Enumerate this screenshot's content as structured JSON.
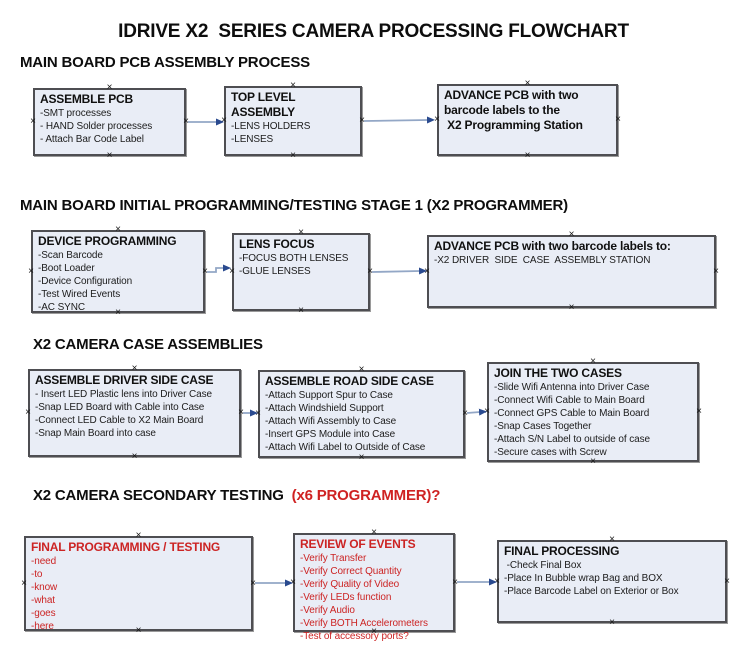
{
  "title": "IDRIVE X2  SERIES CAMERA PROCESSING FLOWCHART",
  "icons": {
    "anchor_glyph": "×"
  },
  "colors": {
    "box_fill": "#e9edf6",
    "box_border": "#4e4e52",
    "arrow_line": "#93a7c6",
    "arrow_head": "#2a4a8f",
    "red_text": "#cc2424"
  },
  "sections": [
    {
      "heading": "MAIN BOARD PCB ASSEMBLY PROCESS",
      "boxes": [
        {
          "title": "ASSEMBLE PCB",
          "items": [
            "-SMT processes",
            "- HAND Solder processes",
            "- Attach Bar Code Label"
          ]
        },
        {
          "title": "TOP LEVEL ASSEMBLY",
          "items": [
            "-LENS HOLDERS",
            "-LENSES"
          ]
        },
        {
          "title": "ADVANCE PCB with two\nbarcode labels to the\n X2 Programming Station",
          "items": []
        }
      ]
    },
    {
      "heading": "MAIN BOARD INITIAL PROGRAMMING/TESTING STAGE 1 (X2 PROGRAMMER)",
      "boxes": [
        {
          "title": "DEVICE PROGRAMMING",
          "items": [
            "-Scan Barcode",
            "-Boot Loader",
            "-Device Configuration",
            "-Test Wired Events",
            "-AC SYNC"
          ]
        },
        {
          "title": "LENS FOCUS",
          "items": [
            "-FOCUS BOTH LENSES",
            "-GLUE LENSES"
          ]
        },
        {
          "title": "ADVANCE PCB with two barcode labels to:",
          "items": [
            "-X2 DRIVER  SIDE  CASE  ASSEMBLY STATION"
          ]
        }
      ]
    },
    {
      "heading": "X2 CAMERA CASE ASSEMBLIES",
      "boxes": [
        {
          "title": "ASSEMBLE DRIVER SIDE CASE",
          "items": [
            "- Insert LED Plastic lens into Driver Case",
            "-Snap LED Board with Cable into Case",
            "-Connect LED Cable to X2 Main Board",
            "-Snap Main Board into case"
          ]
        },
        {
          "title": "ASSEMBLE ROAD SIDE CASE",
          "items": [
            "-Attach Support Spur to Case",
            "-Attach Windshield Support",
            "-Attach Wifi Assembly to Case",
            "-Insert GPS Module into Case",
            "-Attach Wifi Label to Outside of Case"
          ]
        },
        {
          "title": "JOIN THE TWO CASES",
          "items": [
            "-Slide Wifi Antenna into Driver Case",
            "-Connect Wifi Cable to Main Board",
            "-Connect GPS Cable to Main Board",
            "-Snap Cases Together",
            "-Attach S/N Label to outside of case",
            "-Secure cases with Screw"
          ]
        }
      ]
    },
    {
      "heading": "X2 CAMERA SECONDARY TESTING",
      "heading_red": "  (x6 PROGRAMMER)?",
      "boxes": [
        {
          "title": "FINAL PROGRAMMING / TESTING",
          "items": [
            "-need",
            "-to",
            "-know",
            "-what",
            "-goes",
            "-here"
          ]
        },
        {
          "title": "REVIEW OF EVENTS",
          "items": [
            "-Verify Transfer",
            "-Verify Correct Quantity",
            "-Verify Quality of Video",
            "-Verify LEDs function",
            "-Verify Audio",
            "-Verify BOTH Accelerometers",
            "-Test of accessory ports?"
          ]
        },
        {
          "title": "FINAL PROCESSING",
          "items": [
            " -Check Final Box",
            "-Place In Bubble wrap Bag and BOX",
            "-Place Barcode Label on Exterior or Box"
          ]
        }
      ]
    }
  ]
}
